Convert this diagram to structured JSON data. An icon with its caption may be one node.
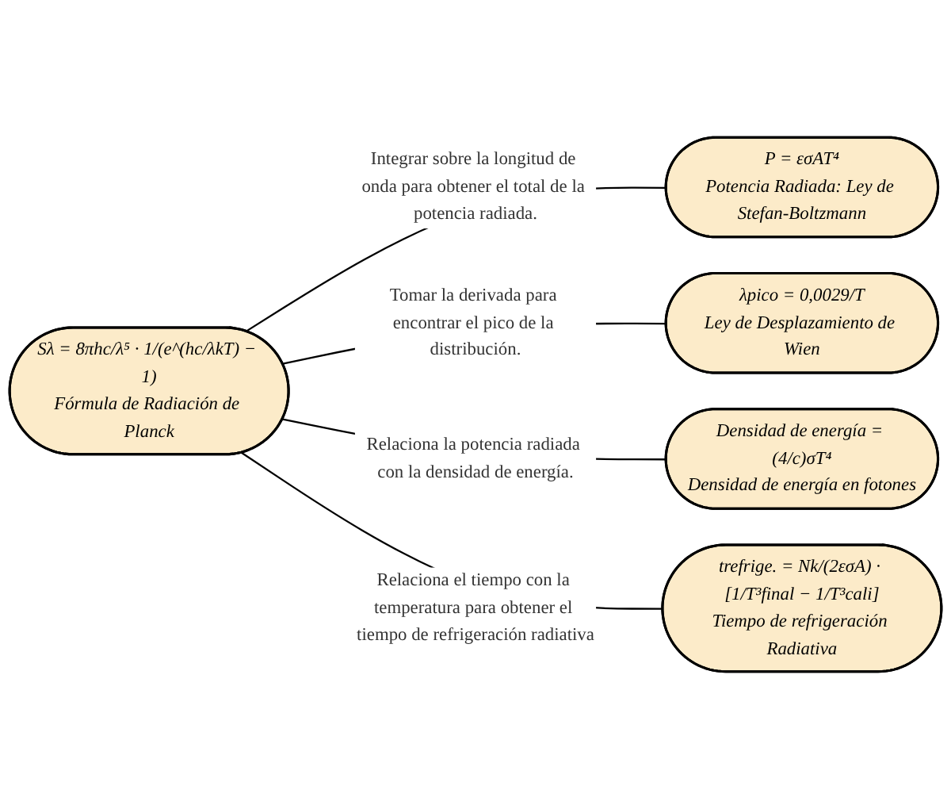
{
  "diagram": {
    "nodes": [
      {
        "text": [
          "Sλ = 8πhc/λ⁵ · 1/(e^(hc/λkT) − 1)",
          "Fórmula de Radiación de Planck"
        ]
      },
      {
        "text": [
          "P = εσAT⁴",
          "Potencia Radiada: Ley de Stefan-Boltzmann"
        ]
      },
      {
        "text": [
          "λpico = 0,0029/T",
          "Ley de Desplazamiento de Wien"
        ]
      },
      {
        "text": [
          "Densidad de energía = (4/c)σT⁴",
          "Densidad de energía en fotones"
        ]
      },
      {
        "text": [
          "trefrige. = Nk/(2εσA) · [1/T³final − 1/T³cali]",
          "Tiempo de refrigeración Radiativa"
        ]
      }
    ],
    "edges": [
      {
        "from": 0,
        "to": 1,
        "arrow": "none",
        "label": "Integrar sobre la longitud de onda para obtener el total de la potencia radiada."
      },
      {
        "from": 0,
        "to": 2,
        "arrow": "none",
        "label": "Tomar la derivada para encontrar el pico de la distribución."
      },
      {
        "from": 0,
        "to": 3,
        "arrow": "none",
        "label": "Relaciona la potencia radiada con la densidad de energía."
      },
      {
        "from": 0,
        "to": 4,
        "arrow": "none",
        "label": "Relaciona el tiempo con la temperatura para obtener el tiempo de refrigeración radiativa"
      }
    ]
  }
}
